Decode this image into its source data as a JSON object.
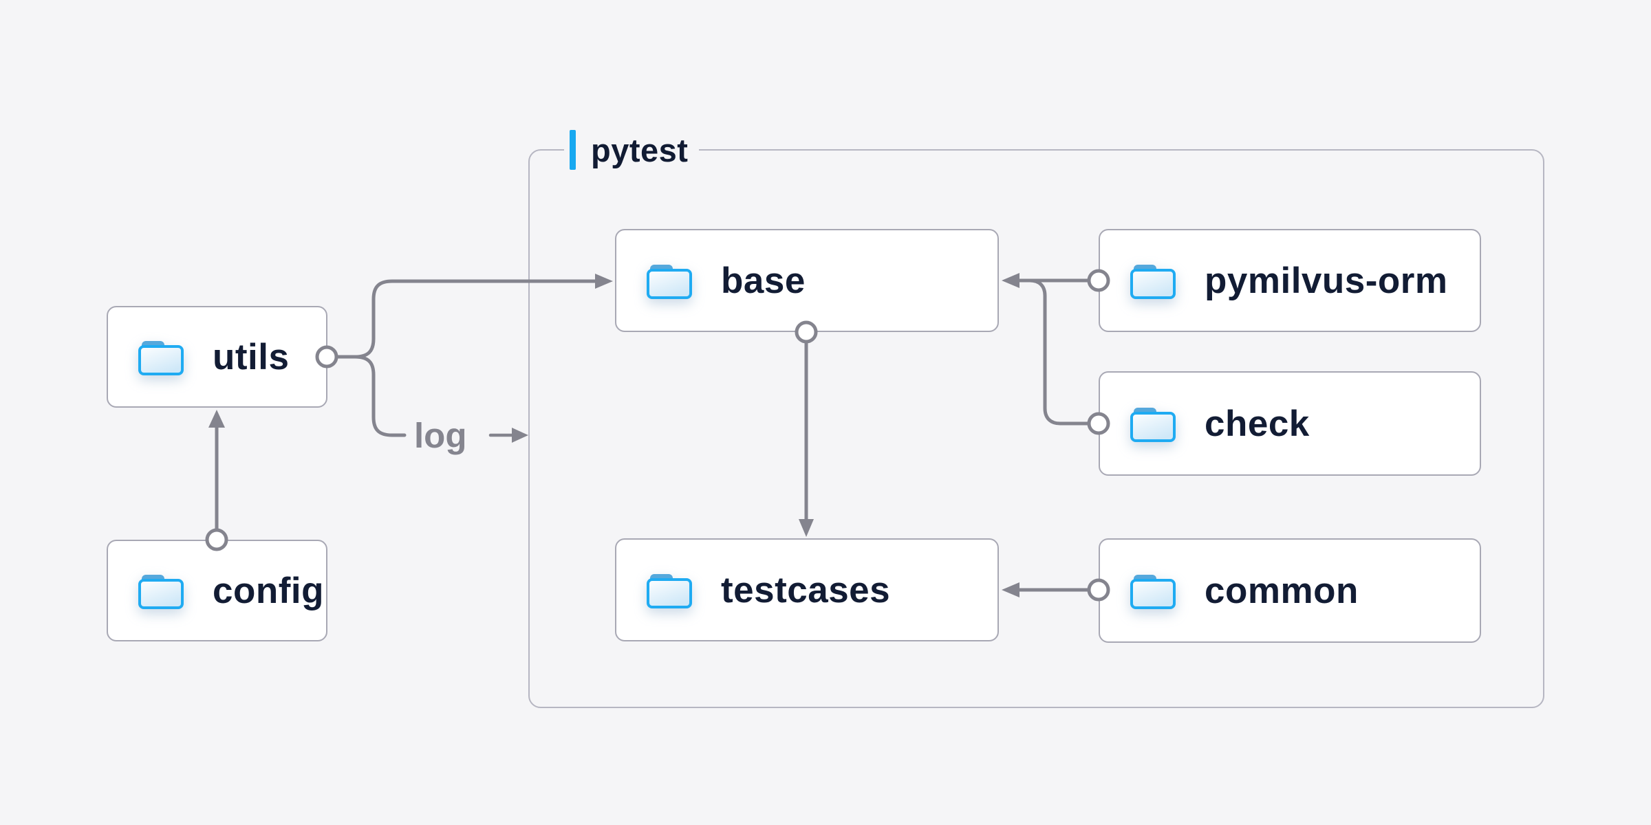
{
  "page": {
    "background": "#f5f5f7"
  },
  "group": {
    "label": "pytest",
    "accent_color": "#18a8f0",
    "border_color": "#b6b6c2"
  },
  "nodes": {
    "utils": {
      "label": "utils",
      "icon": "folder-icon"
    },
    "config": {
      "label": "config",
      "icon": "folder-icon"
    },
    "base": {
      "label": "base",
      "icon": "folder-icon"
    },
    "pymilvus": {
      "label": "pymilvus-orm",
      "icon": "folder-icon"
    },
    "check": {
      "label": "check",
      "icon": "folder-icon"
    },
    "testcases": {
      "label": "testcases",
      "icon": "folder-icon"
    },
    "common": {
      "label": "common",
      "icon": "folder-icon"
    }
  },
  "edge_labels": {
    "log": "log"
  },
  "edges": [
    {
      "from": "config",
      "to": "utils",
      "style": "circle-start arrow-end"
    },
    {
      "from": "utils",
      "to": "base",
      "style": "circle-start arrow-end"
    },
    {
      "from": "utils",
      "to": "pytest",
      "style": "circle-start arrow-end",
      "label": "log"
    },
    {
      "from": "pymilvus-orm",
      "to": "base",
      "style": "circle-start arrow-end"
    },
    {
      "from": "check",
      "to": "base",
      "style": "circle-start merge-into-pymilvus-orm-line"
    },
    {
      "from": "base",
      "to": "testcases",
      "style": "circle-start arrow-end"
    },
    {
      "from": "common",
      "to": "testcases",
      "style": "circle-start arrow-end"
    }
  ],
  "colors": {
    "edge": "#84848e",
    "node_border": "#a8a8b4",
    "node_background": "#ffffff",
    "group_border": "#b6b6c2",
    "label_text": "#121c34",
    "edge_label_text": "#85858f",
    "folder_stroke": "#1fabf2",
    "folder_tab": "#55a8dc",
    "folder_fill_top": "#fbfdff",
    "folder_fill_bottom": "#cfe8f8",
    "accent_bar": "#18a8f0"
  }
}
